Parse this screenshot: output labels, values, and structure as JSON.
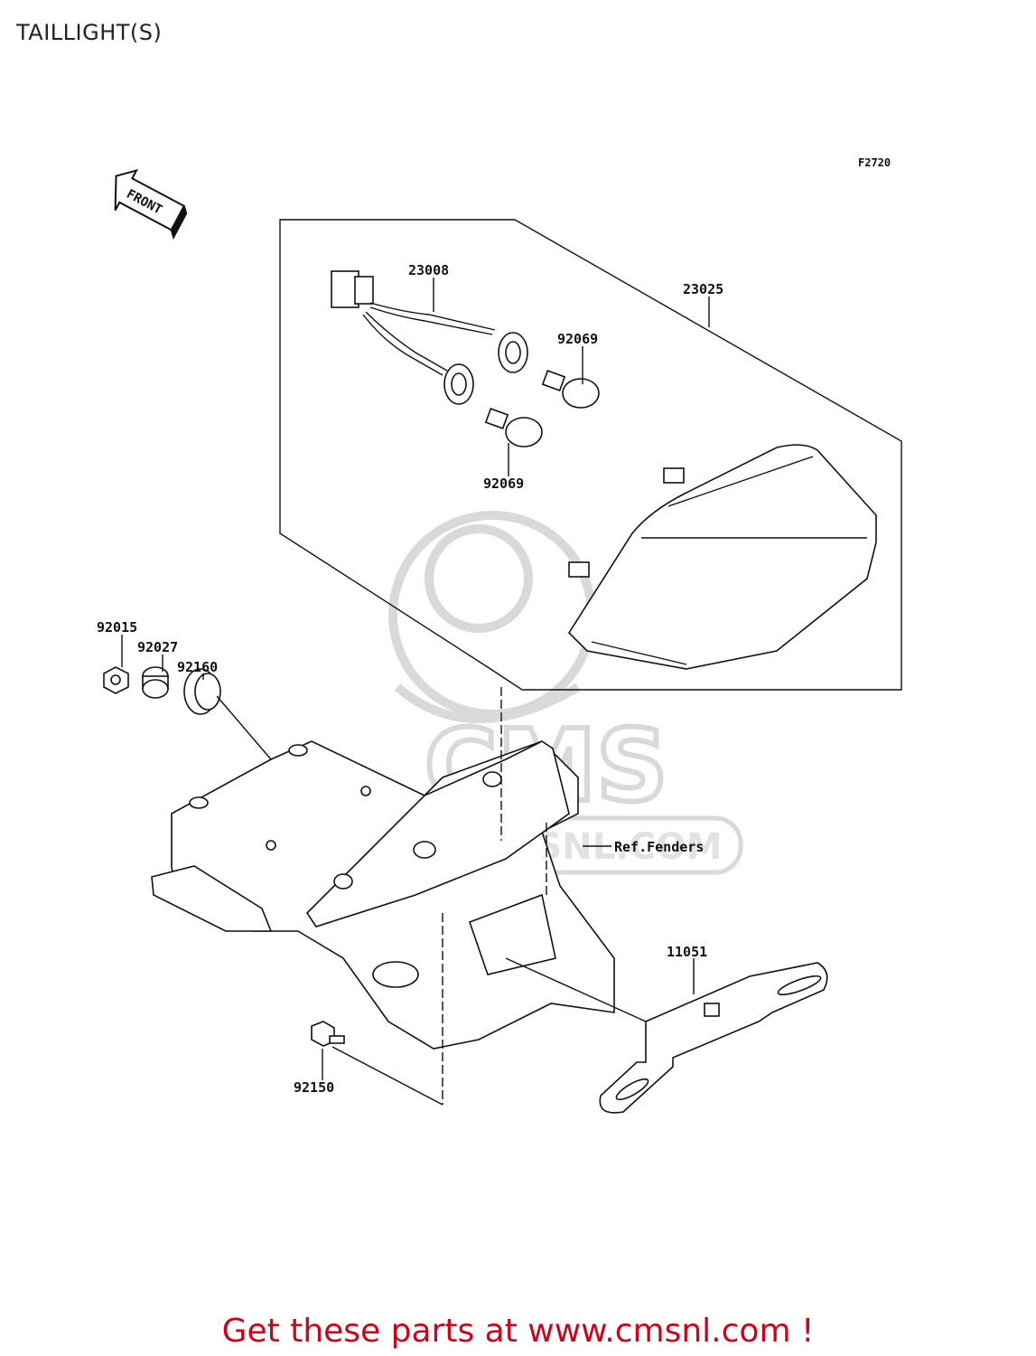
{
  "title": "TAILLIGHT(S)",
  "figure_code": "F2720",
  "front_label": "FRONT",
  "parts": {
    "p23008": "23008",
    "p23025": "23025",
    "p92069_a": "92069",
    "p92069_b": "92069",
    "p92015": "92015",
    "p92027": "92027",
    "p92160": "92160",
    "p11051": "11051",
    "p92150": "92150"
  },
  "reference": "Ref.Fenders",
  "watermark": {
    "brand": "CMS",
    "url": "WWW.CMSNL.COM"
  },
  "footer": "Get these parts at www.cmsnl.com !",
  "colors": {
    "footer": "#d0021b",
    "lines": "#111111",
    "watermark": "#d9d9d9"
  }
}
